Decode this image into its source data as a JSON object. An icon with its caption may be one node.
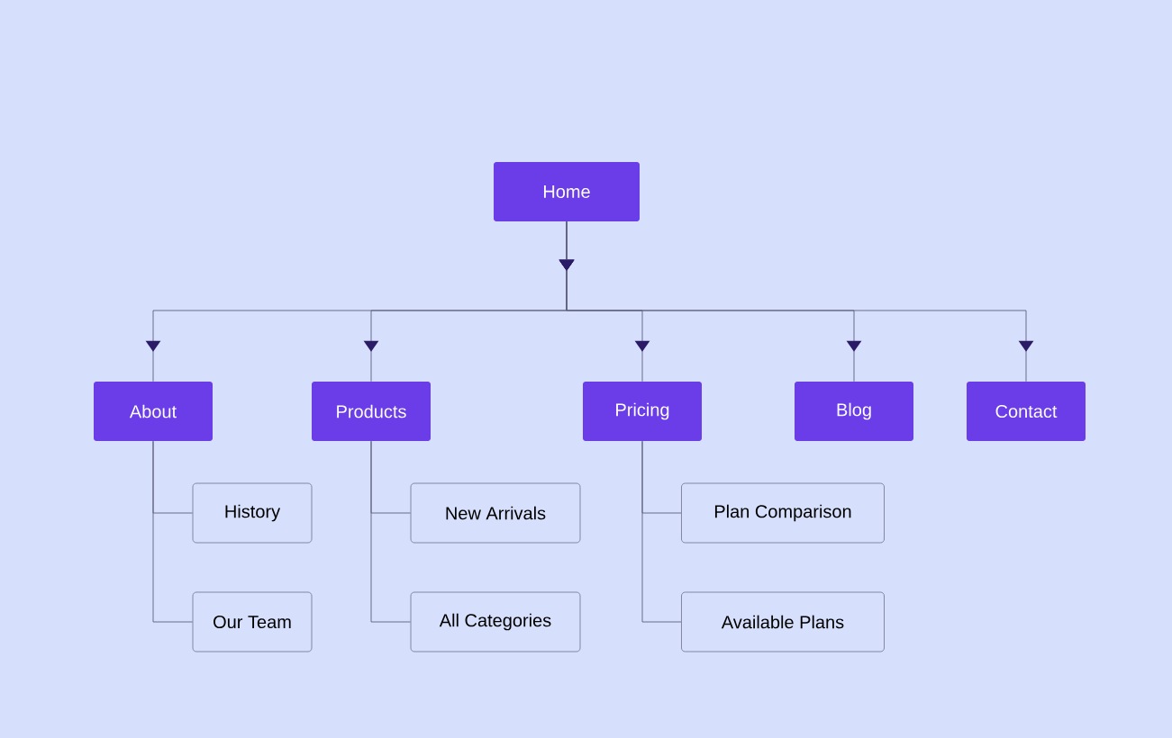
{
  "diagram": {
    "nodes": [
      {
        "text": [
          "Home"
        ]
      },
      {
        "text": [
          "About"
        ]
      },
      {
        "text": [
          "Products"
        ]
      },
      {
        "text": [
          "Pricing"
        ]
      },
      {
        "text": [
          "Blog"
        ]
      },
      {
        "text": [
          "Contact"
        ]
      },
      {
        "text": [
          "History"
        ]
      },
      {
        "text": [
          "Our Team"
        ]
      },
      {
        "text": [
          "New Arrivals"
        ]
      },
      {
        "text": [
          "All Categories"
        ]
      },
      {
        "text": [
          "Plan Comparison"
        ]
      },
      {
        "text": [
          "Available Plans"
        ]
      }
    ],
    "edges": [
      {
        "from": 0,
        "to": 1,
        "arrow": "to"
      },
      {
        "from": 0,
        "to": 2,
        "arrow": "to"
      },
      {
        "from": 0,
        "to": 3,
        "arrow": "to"
      },
      {
        "from": 0,
        "to": 4,
        "arrow": "to"
      },
      {
        "from": 0,
        "to": 5,
        "arrow": "to"
      },
      {
        "from": 1,
        "to": 6,
        "arrow": "none"
      },
      {
        "from": 1,
        "to": 7,
        "arrow": "none"
      },
      {
        "from": 2,
        "to": 8,
        "arrow": "none"
      },
      {
        "from": 2,
        "to": 9,
        "arrow": "none"
      },
      {
        "from": 3,
        "to": 10,
        "arrow": "none"
      },
      {
        "from": 3,
        "to": 11,
        "arrow": "none"
      }
    ]
  }
}
